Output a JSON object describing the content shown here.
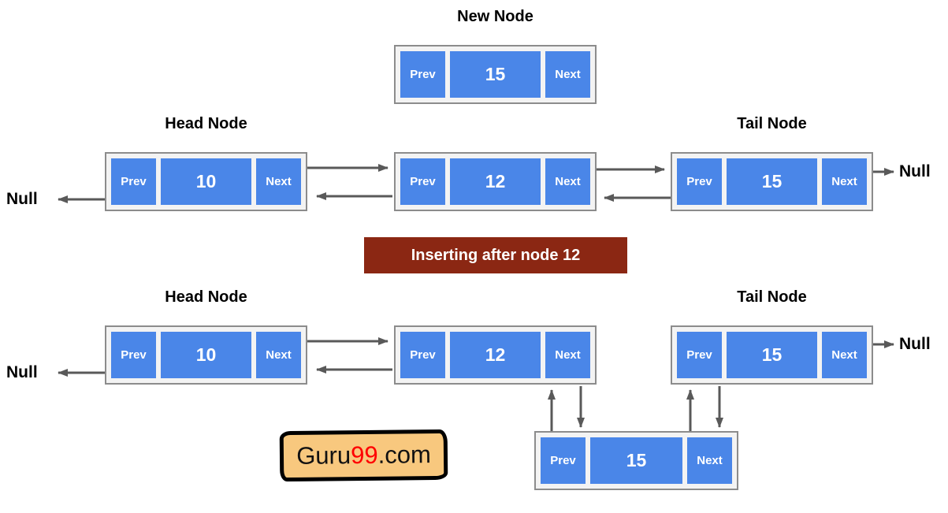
{
  "titles": {
    "new_node": "New Node",
    "head_before": "Head Node",
    "tail_before": "Tail Node",
    "head_after": "Head Node",
    "tail_after": "Tail Node"
  },
  "nulls": {
    "left_before": "Null",
    "right_before": "Null",
    "left_after": "Null",
    "right_after": "Null"
  },
  "banner": {
    "text": "Inserting after node 12"
  },
  "nodes": [
    {
      "id": "new-top",
      "prev": "Prev",
      "value": "15",
      "next": "Next"
    },
    {
      "id": "head-before",
      "prev": "Prev",
      "value": "10",
      "next": "Next"
    },
    {
      "id": "mid-before",
      "prev": "Prev",
      "value": "12",
      "next": "Next"
    },
    {
      "id": "tail-before",
      "prev": "Prev",
      "value": "15",
      "next": "Next"
    },
    {
      "id": "head-after",
      "prev": "Prev",
      "value": "10",
      "next": "Next"
    },
    {
      "id": "mid-after",
      "prev": "Prev",
      "value": "12",
      "next": "Next"
    },
    {
      "id": "tail-after",
      "prev": "Prev",
      "value": "15",
      "next": "Next"
    },
    {
      "id": "new-after",
      "prev": "Prev",
      "value": "15",
      "next": "Next"
    }
  ],
  "logo": {
    "part1": "Guru",
    "part2": "99",
    "part3": ".com"
  },
  "colors": {
    "cell_blue": "#4A86E8",
    "node_bg": "#F3F3F3",
    "node_border": "#8C8C8C",
    "arrow": "#595959",
    "banner_bg": "#8B2713",
    "banner_fg": "#FFFFFF",
    "logo_bg": "#F8C87E",
    "logo_accent": "#FF0000",
    "text": "#000000"
  }
}
